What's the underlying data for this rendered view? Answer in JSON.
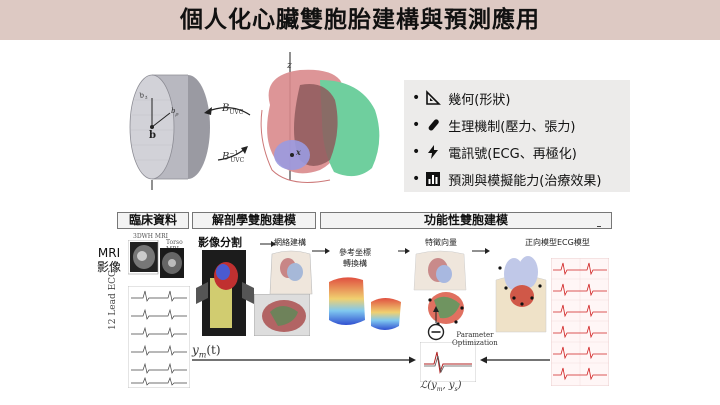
{
  "title": "個人化心臟雙胞胎建構與預測應用",
  "top_diagram": {
    "disk_label_b": "b",
    "disk_label_bz": "b",
    "disk_label_br": "b",
    "uvc_forward": "B",
    "uvc_forward_sub": "UVC",
    "uvc_inverse": "B",
    "uvc_inverse_sub": "UVC",
    "uvc_inverse_sup": "−1",
    "heart_point": "x",
    "z_axis": "z"
  },
  "legend": [
    {
      "icon": "triangle-ruler-icon",
      "text": "幾何(形狀)"
    },
    {
      "icon": "test-tube-icon",
      "text": "生理機制(壓力、張力)"
    },
    {
      "icon": "lightning-icon",
      "text": "電訊號(ECG、再極化)"
    },
    {
      "icon": "bar-chart-icon",
      "text": "預測與模擬能力(治療效果)"
    }
  ],
  "sections": {
    "clinical": "臨床資料",
    "anatomical": "解剖學雙胞建模",
    "functional": "功能性雙胞建模"
  },
  "pipeline": {
    "mri_label": "MRI\n影像",
    "mri_3d": "3DWH MRI",
    "torso_mri": "Torso\nMRI",
    "ecg_vertical": "12 Lead ECG",
    "segmentation": "影像分割",
    "meshing": "網絡建構",
    "coord_transform": "參考坐標\n轉換構",
    "feature_vector": "特徵向量",
    "forward_ecg": "正向模型ECG模型",
    "ym": "y",
    "ym_sub": "m",
    "ym_arg": "(t)",
    "param_opt": "Parameter\nOptimization",
    "loss": "ℒ(y",
    "loss_sub1": "m",
    "loss_mid": ", y",
    "loss_sub2": "s",
    "loss_end": ")",
    "minus": "−"
  }
}
